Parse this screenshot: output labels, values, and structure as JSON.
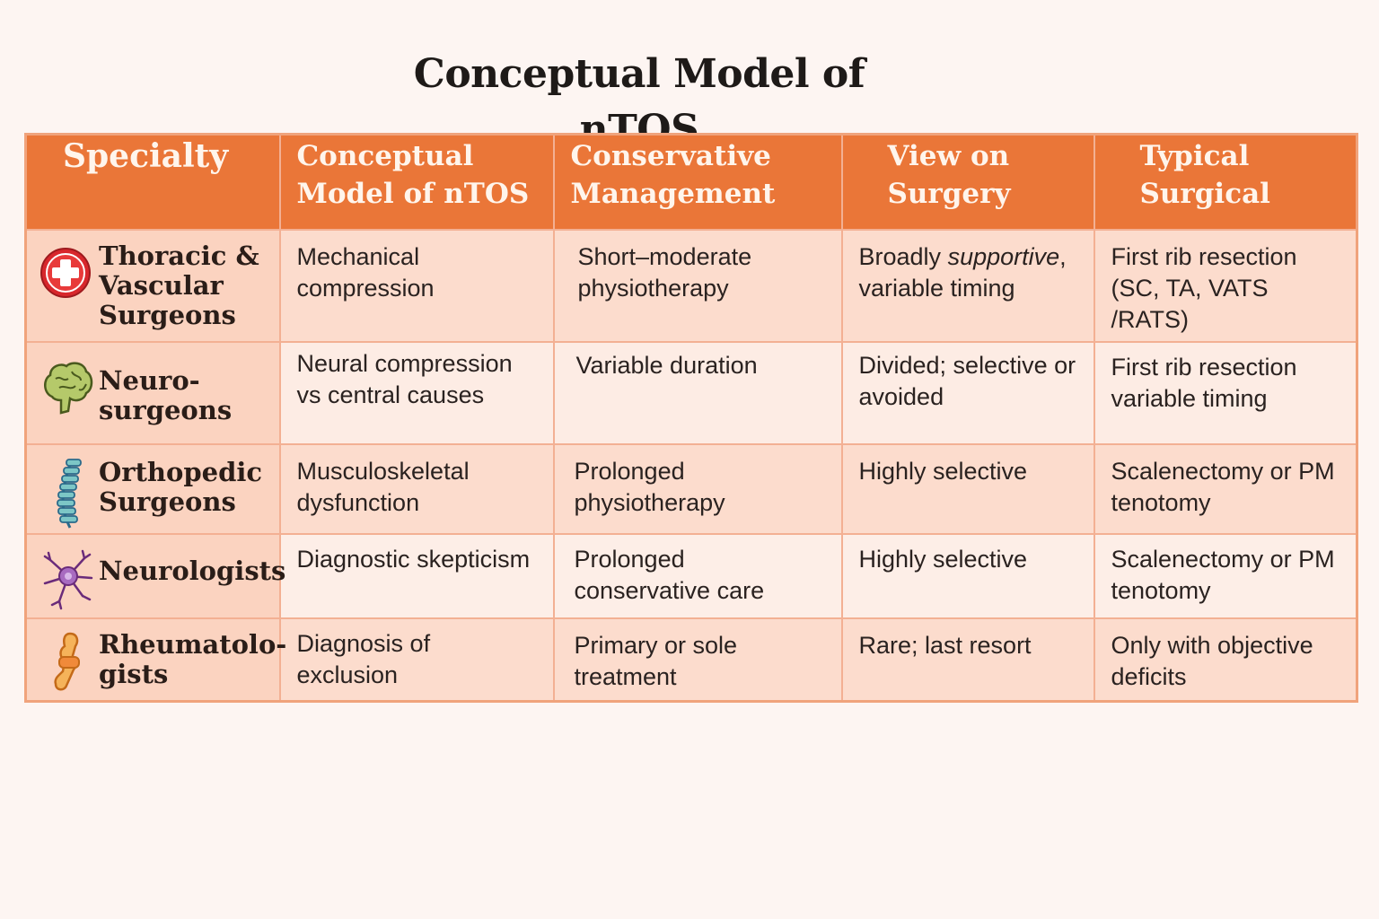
{
  "title": "Conceptual Model of nTOS",
  "headers": [
    "Specialty",
    "Conceptual Model of nTOS",
    "Conservative Management",
    "View on Surgery",
    "Typical Surgical"
  ],
  "rows": [
    {
      "specialty": "Thoracic & Vascular Surgeons",
      "icon": "medical-cross-icon",
      "model": "Mechanical compression",
      "conservative": "Short–moderate physiotherapy",
      "surgery_view_pre": "Broadly ",
      "surgery_view_em": "supportive",
      "surgery_view_post": ", variable timing",
      "typical": "First rib resection (SC, TA, VATS /RATS)"
    },
    {
      "specialty": "Neuro-surgeons",
      "icon": "brain-icon",
      "model": "Neural compression vs central causes",
      "conservative": "Variable duration",
      "surgery_view": "Divided; selective or avoided",
      "typical": "First rib resection variable timing"
    },
    {
      "specialty": "Orthopedic Surgeons",
      "icon": "spine-icon",
      "model": "Musculoskeletal dysfunction",
      "conservative": "Prolonged physiotherapy",
      "surgery_view": "Highly selective",
      "typical": "Scalenectomy or PM tenotomy"
    },
    {
      "specialty": "Neurologists",
      "icon": "neuron-icon",
      "model": "Diagnostic skepticism",
      "conservative": "Prolonged conservative care",
      "surgery_view": "Highly selective",
      "typical": "Scalenectomy or PM tenotomy"
    },
    {
      "specialty": "Rheumatolo-gists",
      "icon": "joint-icon",
      "model": "Diagnosis of exclusion",
      "conservative": "Primary or sole treatment",
      "surgery_view": "Rare; last resort",
      "typical": "Only with objective deficits"
    }
  ]
}
